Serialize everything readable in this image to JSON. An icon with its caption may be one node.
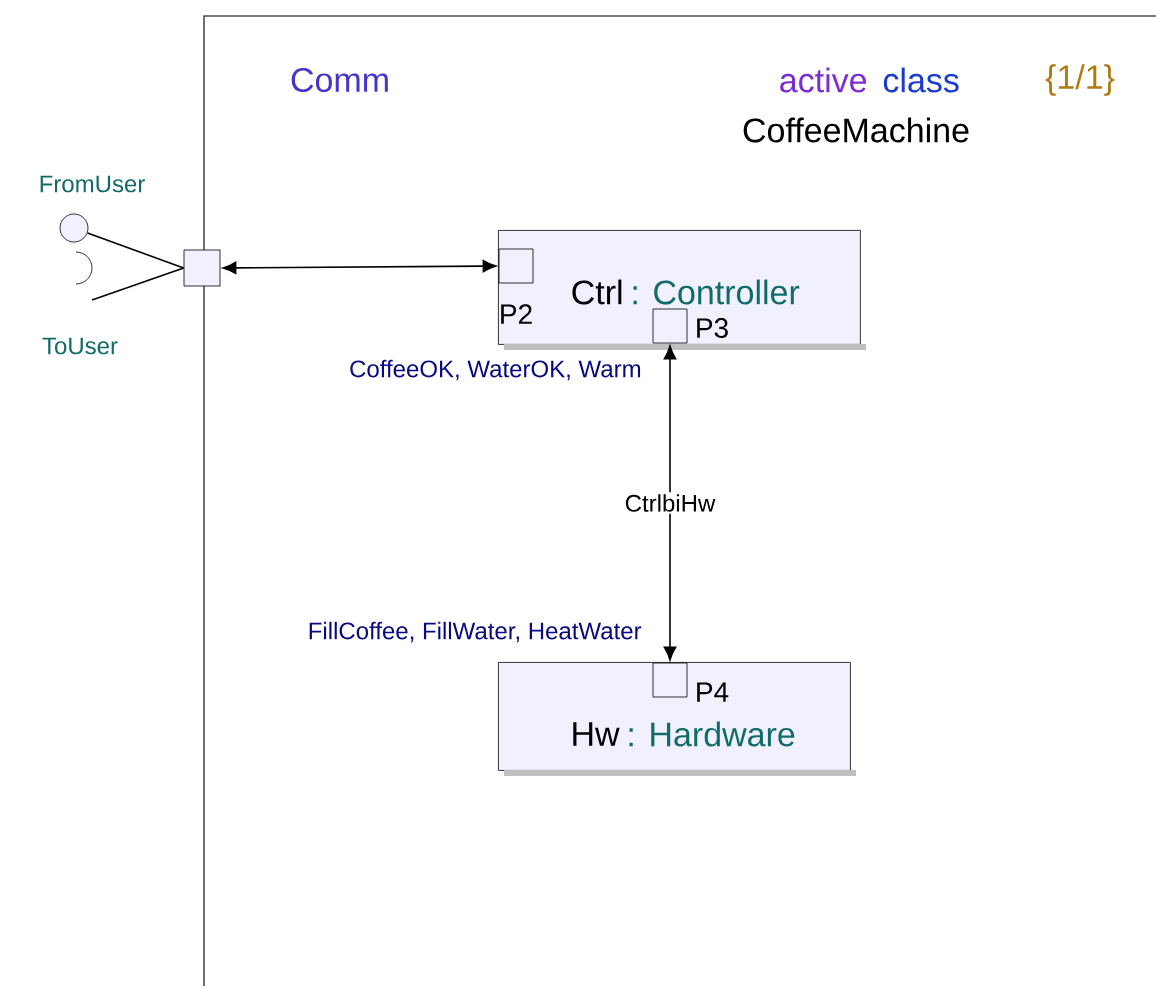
{
  "diagram": {
    "nodes": [
      {
        "text": [
          "active",
          "class",
          "CoffeeMachine"
        ]
      },
      {
        "text": [],
        "shape": "box"
      },
      {
        "text": [
          "FromUser"
        ]
      },
      {
        "text": [
          "ToUser"
        ]
      },
      {
        "text": [
          "Ctrl",
          ": Controller"
        ],
        "in": 0
      },
      {
        "text": [
          "P2"
        ],
        "in": 4
      },
      {
        "text": [
          "P3"
        ],
        "in": 4
      },
      {
        "text": [
          "Hw",
          ": Hardware"
        ],
        "in": 0
      },
      {
        "text": [
          "P4"
        ],
        "in": 7
      }
    ],
    "edges": [
      {
        "from": 2,
        "to": 1,
        "arrow": "none"
      },
      {
        "from": 3,
        "to": 1,
        "arrow": "none"
      },
      {
        "from": 1,
        "to": 5,
        "arrow": "both"
      },
      {
        "from": 6,
        "to": 8,
        "arrow": "both",
        "label": "CtrlbiHw"
      }
    ],
    "labels": [
      "Comm",
      "{1/1}",
      "CoffeeOK, WaterOK, Warm",
      "FillCoffee, FillWater, HeatWater"
    ]
  }
}
